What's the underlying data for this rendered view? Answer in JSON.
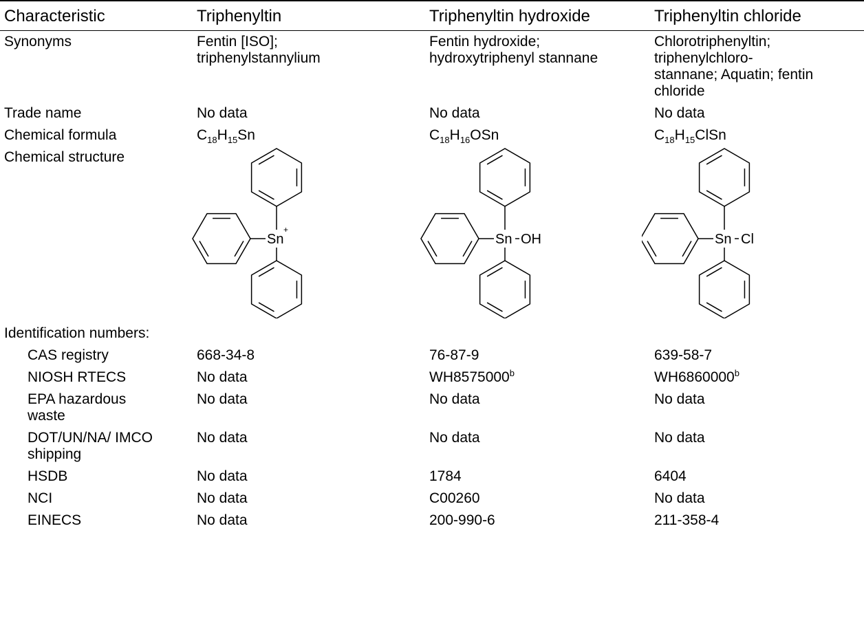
{
  "header": {
    "col1": "Characteristic",
    "col2": "Triphenyltin",
    "col3": "Triphenyltin hydroxide",
    "col4": "Triphenyltin chloride"
  },
  "rows": {
    "synonyms": {
      "label": "Synonyms",
      "c2_line1": "Fentin [ISO];",
      "c2_line2": "triphenylstannylium",
      "c3_line1": "Fentin hydroxide;",
      "c3_line2": "hydroxytriphenyl stannane",
      "c4_line1": "Chlorotriphenyltin;",
      "c4_line2": "triphenylchloro-",
      "c4_line3": "stannane; Aquatin; fentin",
      "c4_line4": "chloride"
    },
    "trade": {
      "label": "Trade name",
      "c2": "No data",
      "c3": "No data",
      "c4": "No data"
    },
    "formula": {
      "label": "Chemical formula",
      "c2": {
        "a": "C",
        "s1": "18",
        "b": "H",
        "s2": "15",
        "c": "Sn"
      },
      "c3": {
        "a": "C",
        "s1": "18",
        "b": "H",
        "s2": "16",
        "c": "OSn"
      },
      "c4": {
        "a": "C",
        "s1": "18",
        "b": "H",
        "s2": "15",
        "c": "ClSn"
      }
    },
    "structure": {
      "label": "Chemical structure",
      "s1_atom": "Sn",
      "s1_charge": "+",
      "s2_atom": "Sn",
      "s2_sub": "OH",
      "s3_atom": "Sn",
      "s3_sub": "Cl"
    },
    "ident": {
      "label": "Identification numbers:"
    },
    "cas": {
      "label": "CAS registry",
      "c2": "668-34-8",
      "c3": "76-87-9",
      "c4": "639-58-7"
    },
    "niosh": {
      "label": "NIOSH RTECS",
      "c2": "No data",
      "c3": "WH8575000",
      "c3_note": "b",
      "c4": "WH6860000",
      "c4_note": "b"
    },
    "epa": {
      "label_line1": "EPA hazardous",
      "label_line2": "waste",
      "c2": "No data",
      "c3": "No data",
      "c4": "No data"
    },
    "dot": {
      "label_line1": "DOT/UN/NA/ IMCO",
      "label_line2": "shipping",
      "c2": "No data",
      "c3": "No data",
      "c4": "No data"
    },
    "hsdb": {
      "label": "HSDB",
      "c2": "No data",
      "c3": "1784",
      "c4": "6404"
    },
    "nci": {
      "label": "NCI",
      "c2": "No data",
      "c3": "C00260",
      "c4": "No data"
    },
    "einecs": {
      "label": "EINECS",
      "c2": "No data",
      "c3": "200-990-6",
      "c4": "211-358-4"
    }
  }
}
